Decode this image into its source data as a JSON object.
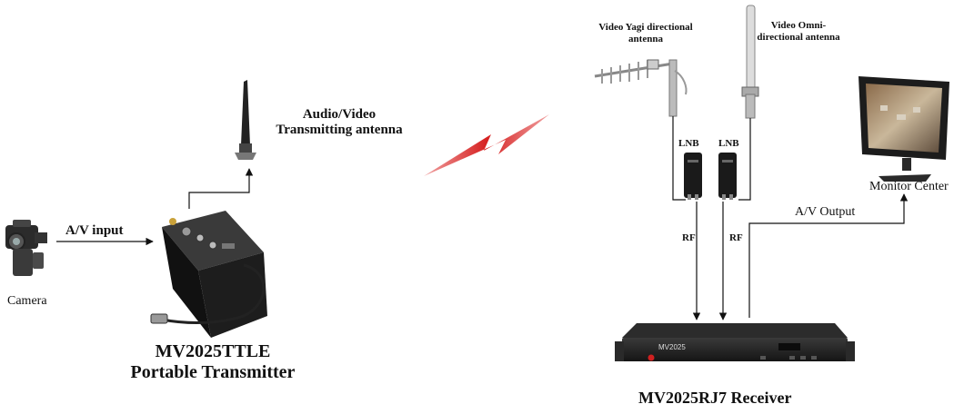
{
  "labels": {
    "camera": "Camera",
    "av_input": "A/V input",
    "tx_antenna_line1": "Audio/Video",
    "tx_antenna_line2": "Transmitting antenna",
    "transmitter_model": "MV2025TTLE",
    "transmitter_name": "Portable Transmitter",
    "yagi_line1": "Video Yagi directional",
    "yagi_line2": "antenna",
    "omni_line1": "Video Omni-",
    "omni_line2": "directional antenna",
    "lnb_left": "LNB",
    "lnb_right": "LNB",
    "rf_left": "RF",
    "rf_right": "RF",
    "av_output": "A/V Output",
    "monitor_center": "Monitor Center",
    "receiver_brand": "MV2025",
    "receiver_caption": "MV2025RJ7  Receiver"
  },
  "colors": {
    "signal_bolt": "#d62020",
    "line": "#111111",
    "device_body": "#1a1a1a"
  }
}
